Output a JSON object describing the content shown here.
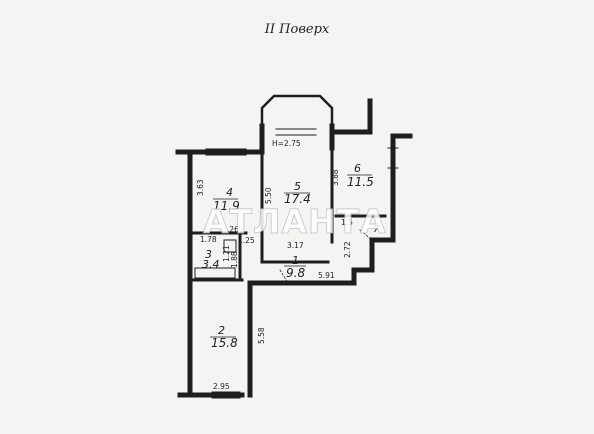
{
  "title": "II Поверх",
  "watermark": "АТЛАНТА",
  "rooms": [
    {
      "number": "1",
      "area": "9.8"
    },
    {
      "number": "2",
      "area": "15.8"
    },
    {
      "number": "3",
      "area": "3.4"
    },
    {
      "number": "4",
      "area": "11.9"
    },
    {
      "number": "5",
      "area": "17.4"
    },
    {
      "number": "6",
      "area": "11.5"
    },
    {
      "number": "7",
      "area": ""
    }
  ],
  "dimensions": {
    "ceiling_height": "H=2.75",
    "room4_height": "3.63",
    "room5_left": "5.50",
    "room5_right": "3.88",
    "bath_width": "1.78",
    "bath_small": ".26",
    "bath_height": "1.88",
    "bath_side": "1.21",
    "corridor_top": "1.25",
    "hall_width": "3.17",
    "hall_right": "2.72",
    "hall_bottom": "5.91",
    "room7_small": "1.5",
    "room2_height": "5.58",
    "room2_width": "2.95"
  }
}
